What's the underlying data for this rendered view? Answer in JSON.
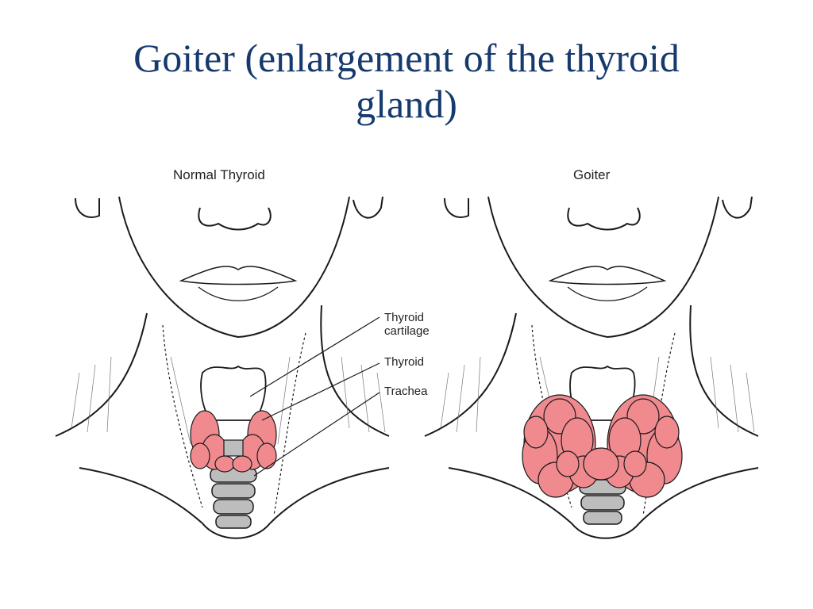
{
  "slide": {
    "title_line1": "Goiter (enlargement of the thyroid",
    "title_line2": "gland)",
    "title_color": "#163a6e"
  },
  "figures": {
    "normal": {
      "caption": "Normal Thyroid",
      "labels": {
        "thyroid_cartilage_line1": "Thyroid",
        "thyroid_cartilage_line2": "cartilage",
        "thyroid": "Thyroid",
        "trachea": "Trachea"
      }
    },
    "goiter": {
      "caption": "Goiter"
    }
  },
  "colors": {
    "thyroid_pink": "#f08a8f",
    "trachea_gray": "#bdbdbd",
    "line": "#1a1a1a"
  }
}
